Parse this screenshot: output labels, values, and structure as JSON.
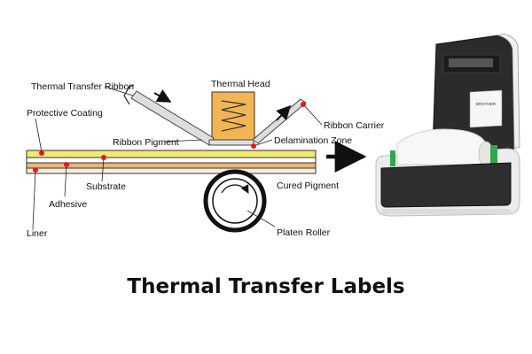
{
  "title": "Thermal Transfer Labels",
  "labels": {
    "thermal_transfer_ribbon": "Thermal Transfer Ribbon",
    "protective_coating": "Protective Coating",
    "ribbon_pigment": "Ribbon Pigment",
    "thermal_head": "Thermal Head",
    "ribbon_carrier": "Ribbon Carrier",
    "delamination_zone": "Delamination Zone",
    "substrate": "Substrate",
    "cured_pigment": "Cured Pigment",
    "adhesive": "Adhesive",
    "liner": "Liner",
    "platen_roller": "Platen Roller"
  },
  "printer_badge": "BROTHER",
  "colors": {
    "thermal_head": "#f3b553",
    "protective_coating": "#f1eb6e",
    "adhesive_layer": "#e9b778",
    "liner_layer": "#f7ecdf",
    "marker": "#e21b1b",
    "printer_body": "#ececec",
    "printer_lid": "#2b2b2b",
    "roll_holder": "#2fa84a",
    "text": "#111111"
  }
}
